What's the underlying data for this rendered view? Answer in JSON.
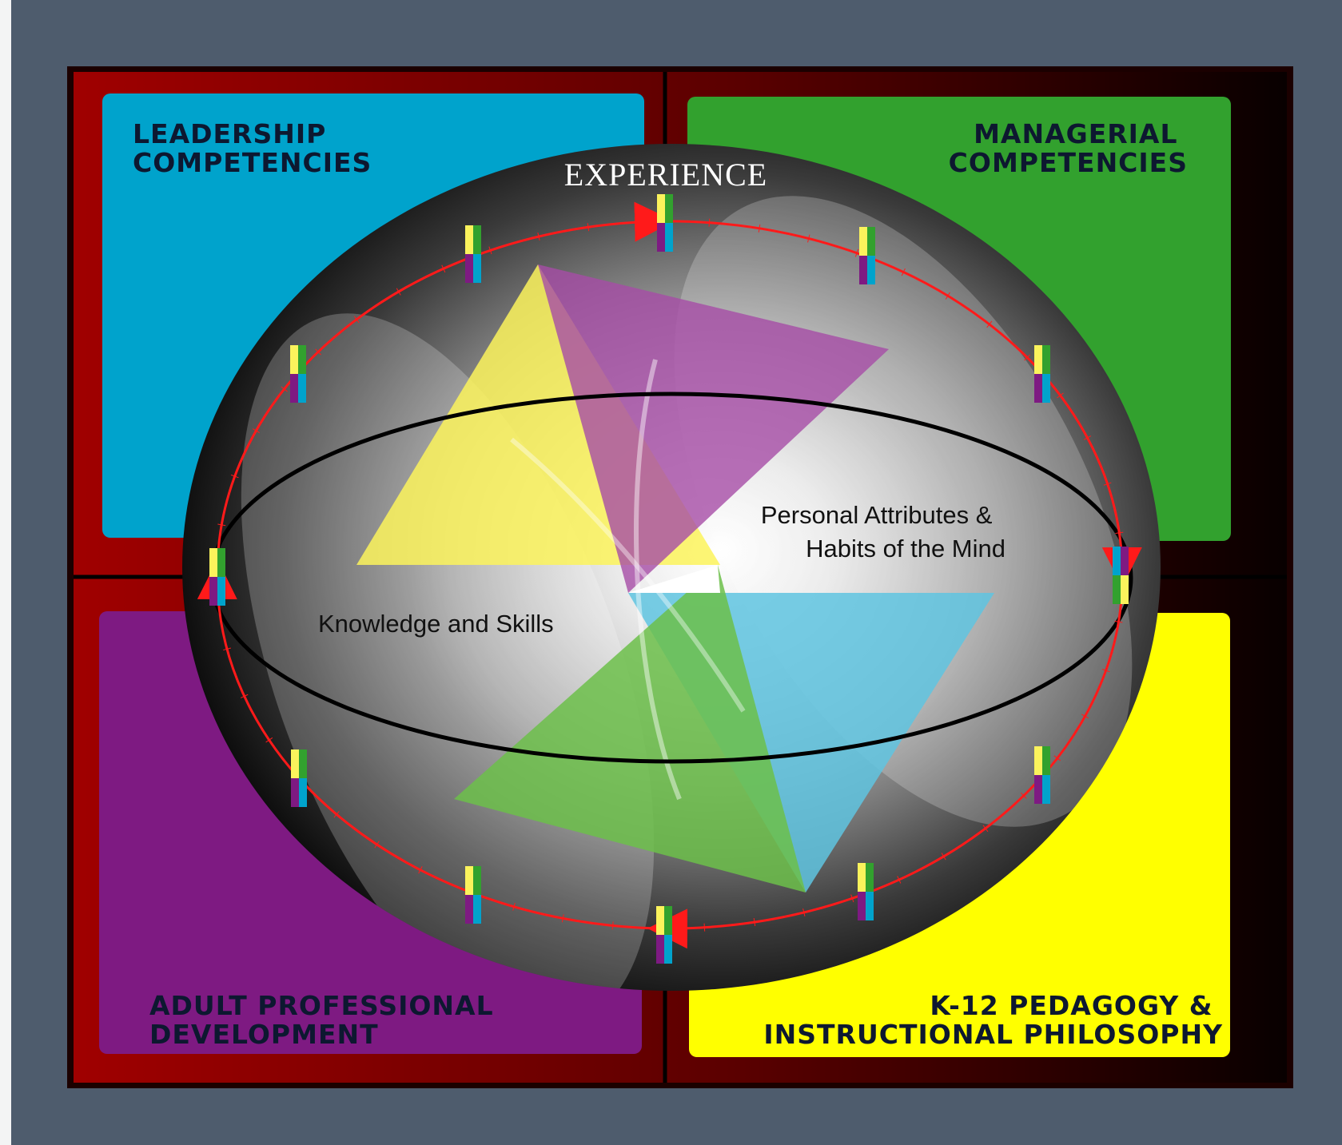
{
  "quadrants": {
    "top_left": [
      "LEADERSHIP",
      "COMPETENCIES"
    ],
    "top_right": [
      "MANAGERIAL",
      "COMPETENCIES"
    ],
    "bottom_left": [
      "ADULT PROFESSIONAL",
      "DEVELOPMENT"
    ],
    "bottom_right": [
      "K-12  PEDAGOGY &",
      "INSTRUCTIONAL PHILOSOPHY"
    ]
  },
  "sphere": {
    "top_label": "EXPERIENCE",
    "knowledge_label": "Knowledge and Skills",
    "attributes_label": [
      "Personal Attributes &",
      "Habits of the Mind"
    ]
  },
  "colors": {
    "background": "#4e5c6d",
    "frame_red": "#9a0000",
    "leadership_blue": "#00a3cc",
    "managerial_green": "#32a12e",
    "adult_purple": "#7e1a82",
    "k12_yellow": "#ffff00",
    "cycle_arrow_red": "#ff1a1a",
    "triangle_yellow": "#fbf35c",
    "triangle_purple": "#a64ca6",
    "triangle_blue": "#5fc4e0",
    "triangle_green": "#6cc04a"
  }
}
